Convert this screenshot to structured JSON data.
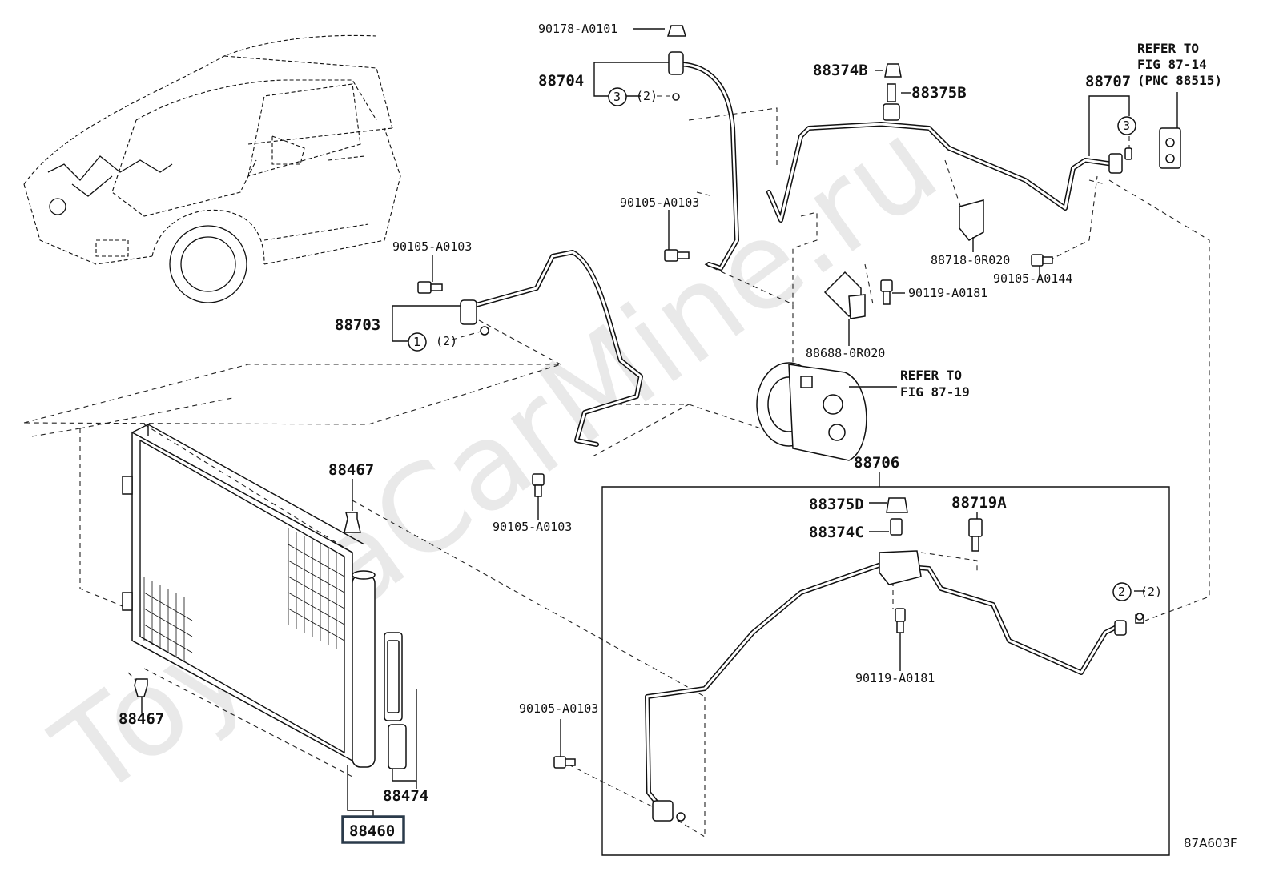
{
  "labels": {
    "p90178": "90178-A0101",
    "p88704": "88704",
    "p88704_sub": "(2)",
    "p88704_circle": "3",
    "p88374B": "88374B",
    "p88375B": "88375B",
    "p88707": "88707",
    "p88707_circle": "3",
    "refer_8714_a": "REFER TO",
    "refer_8714_b": "FIG 87-14",
    "refer_8714_c": "(PNC 88515)",
    "p90105_top": "90105-A0103",
    "p90105_mid": "90105-A0103",
    "p88703": "88703",
    "p88703_circle": "1",
    "p88703_sub": "(2)",
    "p88718": "88718-0R020",
    "p90105_a0144": "90105-A0144",
    "p90119_top": "90119-A0181",
    "p88688": "88688-0R020",
    "refer_8719_a": "REFER TO",
    "refer_8719_b": "FIG 87-19",
    "p88706": "88706",
    "p88467_top": "88467",
    "p90105_left": "90105-A0103",
    "p88375D": "88375D",
    "p88719A": "88719A",
    "p88374C": "88374C",
    "p2_circle": "2",
    "p2_sub": "(2)",
    "p90119_bot": "90119-A0181",
    "p88467_bot": "88467",
    "p90105_bot": "90105-A0103",
    "p88474": "88474",
    "p88460": "88460",
    "figure_code": "87A603F",
    "watermark": "ToyotaCarMine.ru"
  }
}
